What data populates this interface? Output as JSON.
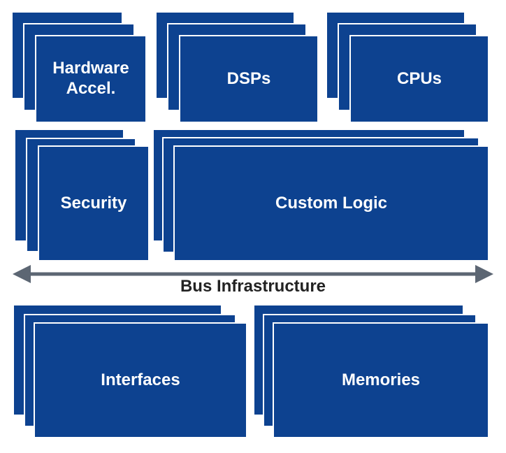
{
  "blocks": {
    "hardware_accel": {
      "label": "Hardware\nAccel.",
      "color": "#0d4290"
    },
    "dsps": {
      "label": "DSPs",
      "color": "#0d4290"
    },
    "cpus": {
      "label": "CPUs",
      "color": "#0d4290"
    },
    "security": {
      "label": "Security",
      "color": "#0d4290"
    },
    "custom_logic": {
      "label": "Custom Logic",
      "color": "#0d4290"
    },
    "interfaces": {
      "label": "Interfaces",
      "color": "#0d4290"
    },
    "memories": {
      "label": "Memories",
      "color": "#0d4290"
    }
  },
  "bus": {
    "label": "Bus Infrastructure",
    "arrow_color": "#5c6673",
    "arrow_icon": "double-headed-arrow-icon"
  }
}
